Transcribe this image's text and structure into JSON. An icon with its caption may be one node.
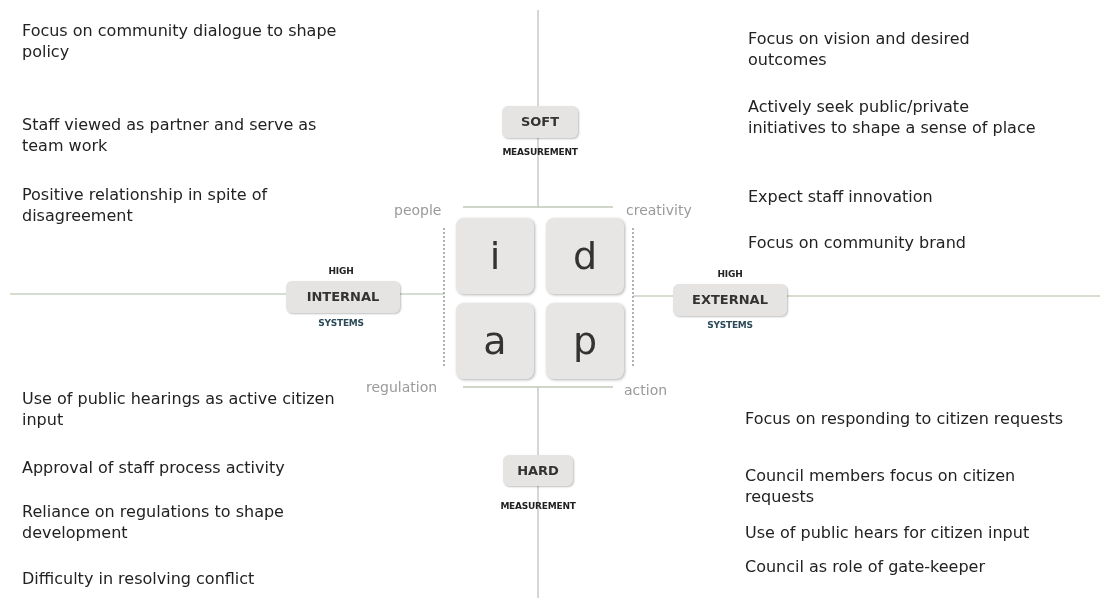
{
  "diagram": {
    "nodes": [
      {
        "text": [
          "SOFT"
        ],
        "beside": [
          "MEASUREMENT"
        ]
      },
      {
        "text": [
          "INTERNAL"
        ],
        "beside": [
          "HIGH",
          "SYSTEMS"
        ]
      },
      {
        "text": [
          "EXTERNAL"
        ],
        "beside": [
          "HIGH",
          "SYSTEMS"
        ]
      },
      {
        "text": [
          "HARD"
        ],
        "beside": [
          "MEASUREMENT"
        ]
      },
      {
        "text": [
          "i"
        ]
      },
      {
        "text": [
          "d"
        ]
      },
      {
        "text": [
          "a"
        ]
      },
      {
        "text": [
          "p"
        ]
      }
    ],
    "labels": [
      "Focus on community dialogue to shape policy",
      "Staff viewed as partner and serve as team work",
      "Positive relationship in spite of disagreement",
      "Focus on vision and desired outcomes",
      "Actively seek public/private initiatives to shape a sense of place",
      "Expect staff innovation",
      "Focus on community brand",
      "people",
      "creativity",
      "regulation",
      "action",
      "Use of public hearings as active citizen input",
      "Approval of staff process activity",
      "Reliance on regulations to shape development",
      "Difficulty in resolving conflict",
      "Focus on responding to citizen requests",
      "Council members focus on citizen requests",
      "Use of public hears for citizen input",
      "Council as role of gate-keeper"
    ]
  }
}
